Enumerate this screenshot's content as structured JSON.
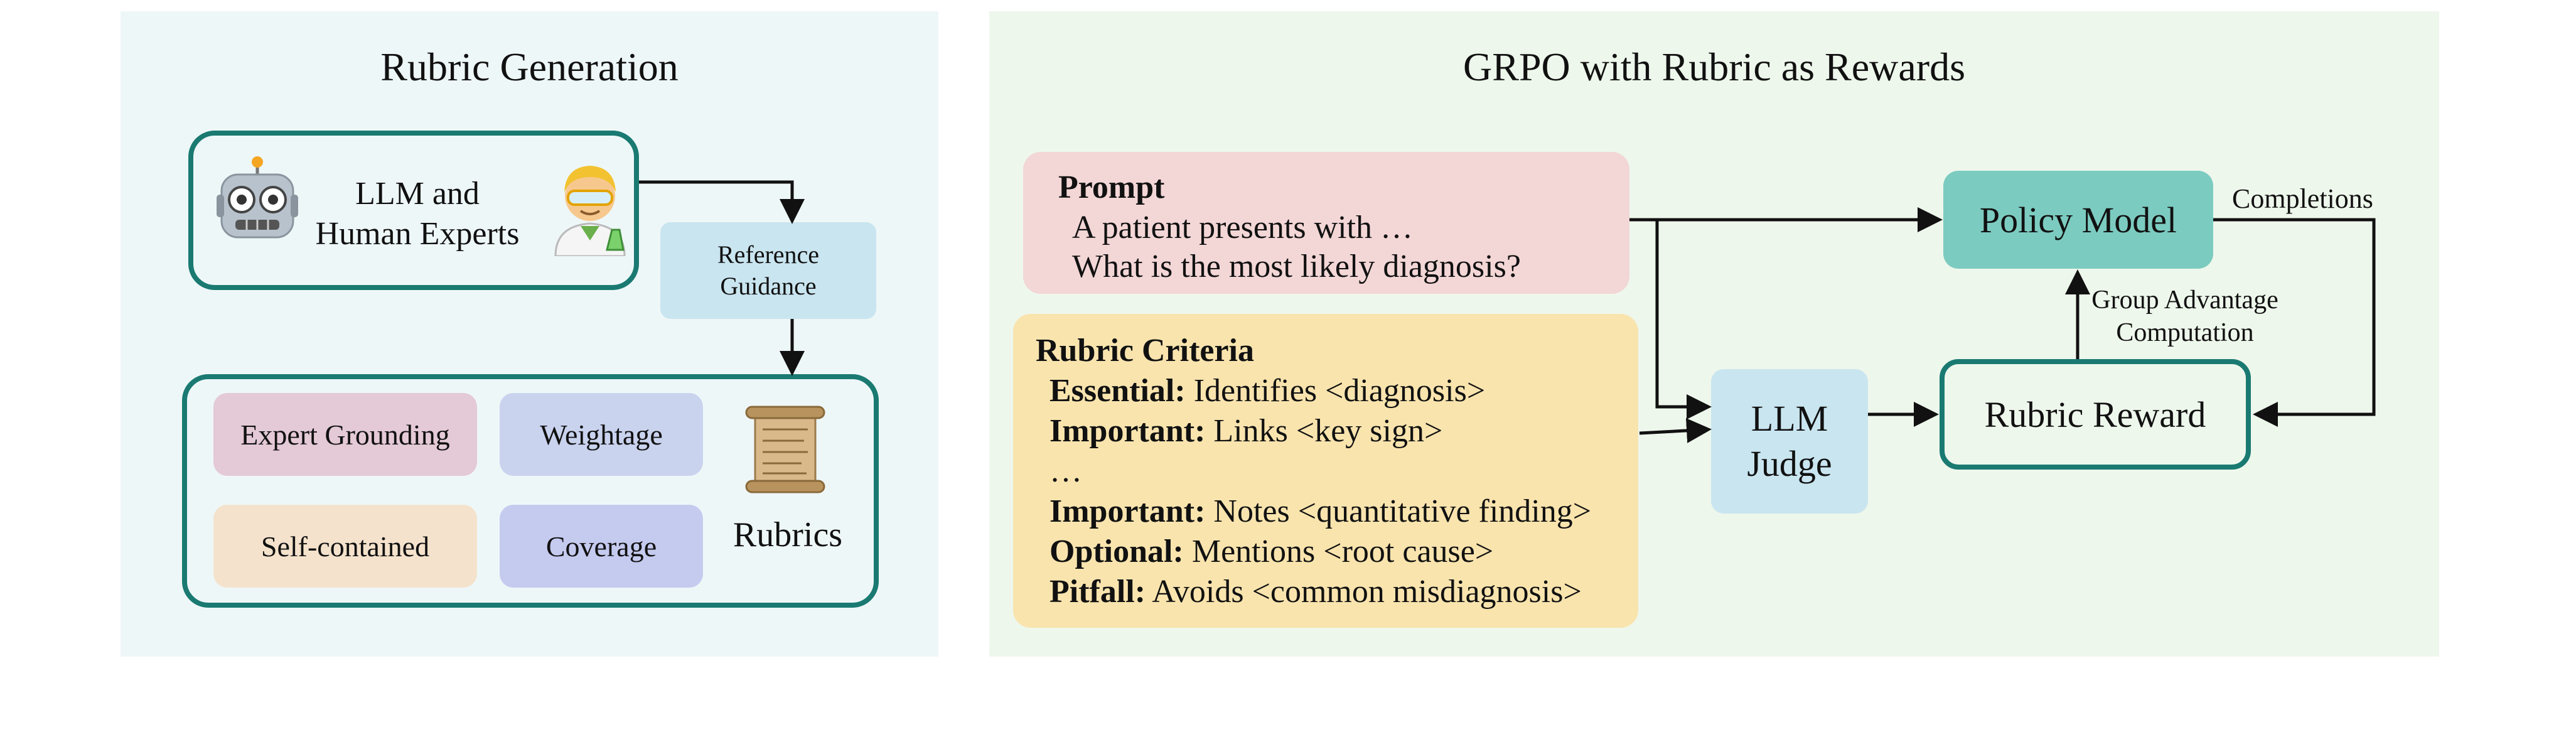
{
  "left_panel": {
    "title": "Rubric Generation",
    "experts_label_line1": "LLM and",
    "experts_label_line2": "Human Experts",
    "reference_line1": "Reference",
    "reference_line2": "Guidance",
    "rubric_items": [
      {
        "label": "Expert Grounding",
        "color": "#e4c9d6"
      },
      {
        "label": "Weightage",
        "color": "#c9d3ee"
      },
      {
        "label": "Self-contained",
        "color": "#f4e2cc"
      },
      {
        "label": "Coverage",
        "color": "#c5caef"
      }
    ],
    "rubrics_label": "Rubrics"
  },
  "right_panel": {
    "title": "GRPO with Rubric as Rewards",
    "prompt": {
      "heading": "Prompt",
      "line1": "A patient presents with …",
      "line2": "What is the most likely diagnosis?"
    },
    "criteria": {
      "heading": "Rubric Criteria",
      "rows": [
        {
          "key": "Essential:",
          "text": " Identifies <diagnosis>"
        },
        {
          "key": "Important:",
          "text": " Links <key sign>"
        },
        {
          "key": "",
          "text": "…"
        },
        {
          "key": "Important:",
          "text": " Notes  <quantitative finding>"
        },
        {
          "key": "Optional:",
          "text": " Mentions <root cause>"
        },
        {
          "key": "Pitfall:",
          "text": " Avoids <common misdiagnosis>"
        }
      ]
    },
    "judge_line1": "LLM",
    "judge_line2": "Judge",
    "policy_model": "Policy Model",
    "rubric_reward": "Rubric Reward",
    "completions": "Completions",
    "advantage_line1": "Group Advantage",
    "advantage_line2": "Computation"
  },
  "colors": {
    "teal_border": "#1a7a72",
    "light_blue": "#c9e5f0",
    "prompt_pink": "#f3d6d6",
    "criteria_yellow": "#f9e4ae",
    "policy_teal": "#7ccbc0"
  }
}
